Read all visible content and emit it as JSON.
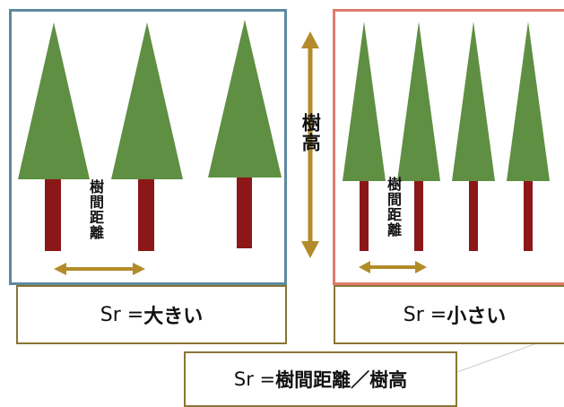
{
  "colors": {
    "foliage": "#5f8f42",
    "trunk": "#8c1718",
    "arrow": "#b38b2a",
    "left_border": "#5d8aa0",
    "right_border": "#e07a70",
    "caption_border": "#8a7535"
  },
  "left": {
    "spacing_label": "樹間距離",
    "caption_prefix": "Sr = ",
    "caption_value": "大きい"
  },
  "middle": {
    "height_label": "樹高"
  },
  "right": {
    "spacing_label": "樹間距離",
    "caption_prefix": "Sr = ",
    "caption_value": "小さい"
  },
  "formula": {
    "prefix": "Sr = ",
    "expression": "樹間距離／樹高"
  }
}
